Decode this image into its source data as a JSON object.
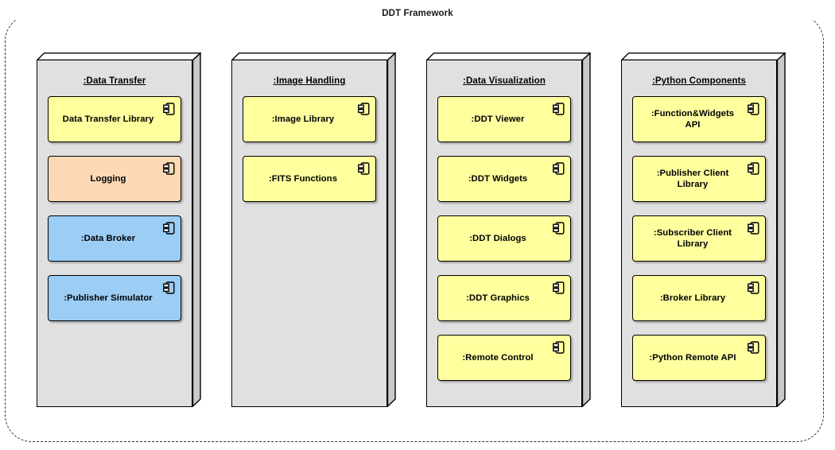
{
  "diagram": {
    "title": "DDT Framework",
    "type": "uml-component-diagram",
    "colors": {
      "boundary_stroke": "#333333",
      "package_fill": "#e0e0e0",
      "package_stroke": "#000000",
      "component_yellow": "#ffff9e",
      "component_peach": "#fcd9b4",
      "component_blue": "#9bcdf5",
      "text": "#000000",
      "page_background": "#ffffff"
    },
    "icon_name": "uml-component-icon"
  },
  "packages": [
    {
      "name": ":Data Transfer",
      "key": "data-transfer",
      "components": [
        {
          "label": "Data Transfer Library",
          "color": "yellow"
        },
        {
          "label": "Logging",
          "color": "peach"
        },
        {
          "label": ":Data Broker",
          "color": "blue"
        },
        {
          "label": ":Publisher Simulator",
          "color": "blue"
        }
      ]
    },
    {
      "name": ":Image Handling",
      "key": "image-handling",
      "components": [
        {
          "label": ":Image Library",
          "color": "yellow"
        },
        {
          "label": ":FITS Functions",
          "color": "yellow"
        }
      ]
    },
    {
      "name": ":Data Visualization",
      "key": "data-visualization",
      "components": [
        {
          "label": ":DDT Viewer",
          "color": "yellow"
        },
        {
          "label": ":DDT Widgets",
          "color": "yellow"
        },
        {
          "label": ":DDT Dialogs",
          "color": "yellow"
        },
        {
          "label": ":DDT Graphics",
          "color": "yellow"
        },
        {
          "label": ":Remote Control",
          "color": "yellow"
        }
      ]
    },
    {
      "name": ":Python Components",
      "key": "python-components",
      "components": [
        {
          "label": ":Function&Widgets\nAPI",
          "color": "yellow"
        },
        {
          "label": ":Publisher Client\nLibrary",
          "color": "yellow"
        },
        {
          "label": ":Subscriber Client\nLibrary",
          "color": "yellow"
        },
        {
          "label": ":Broker Library",
          "color": "yellow"
        },
        {
          "label": ":Python Remote API",
          "color": "yellow"
        }
      ]
    }
  ]
}
